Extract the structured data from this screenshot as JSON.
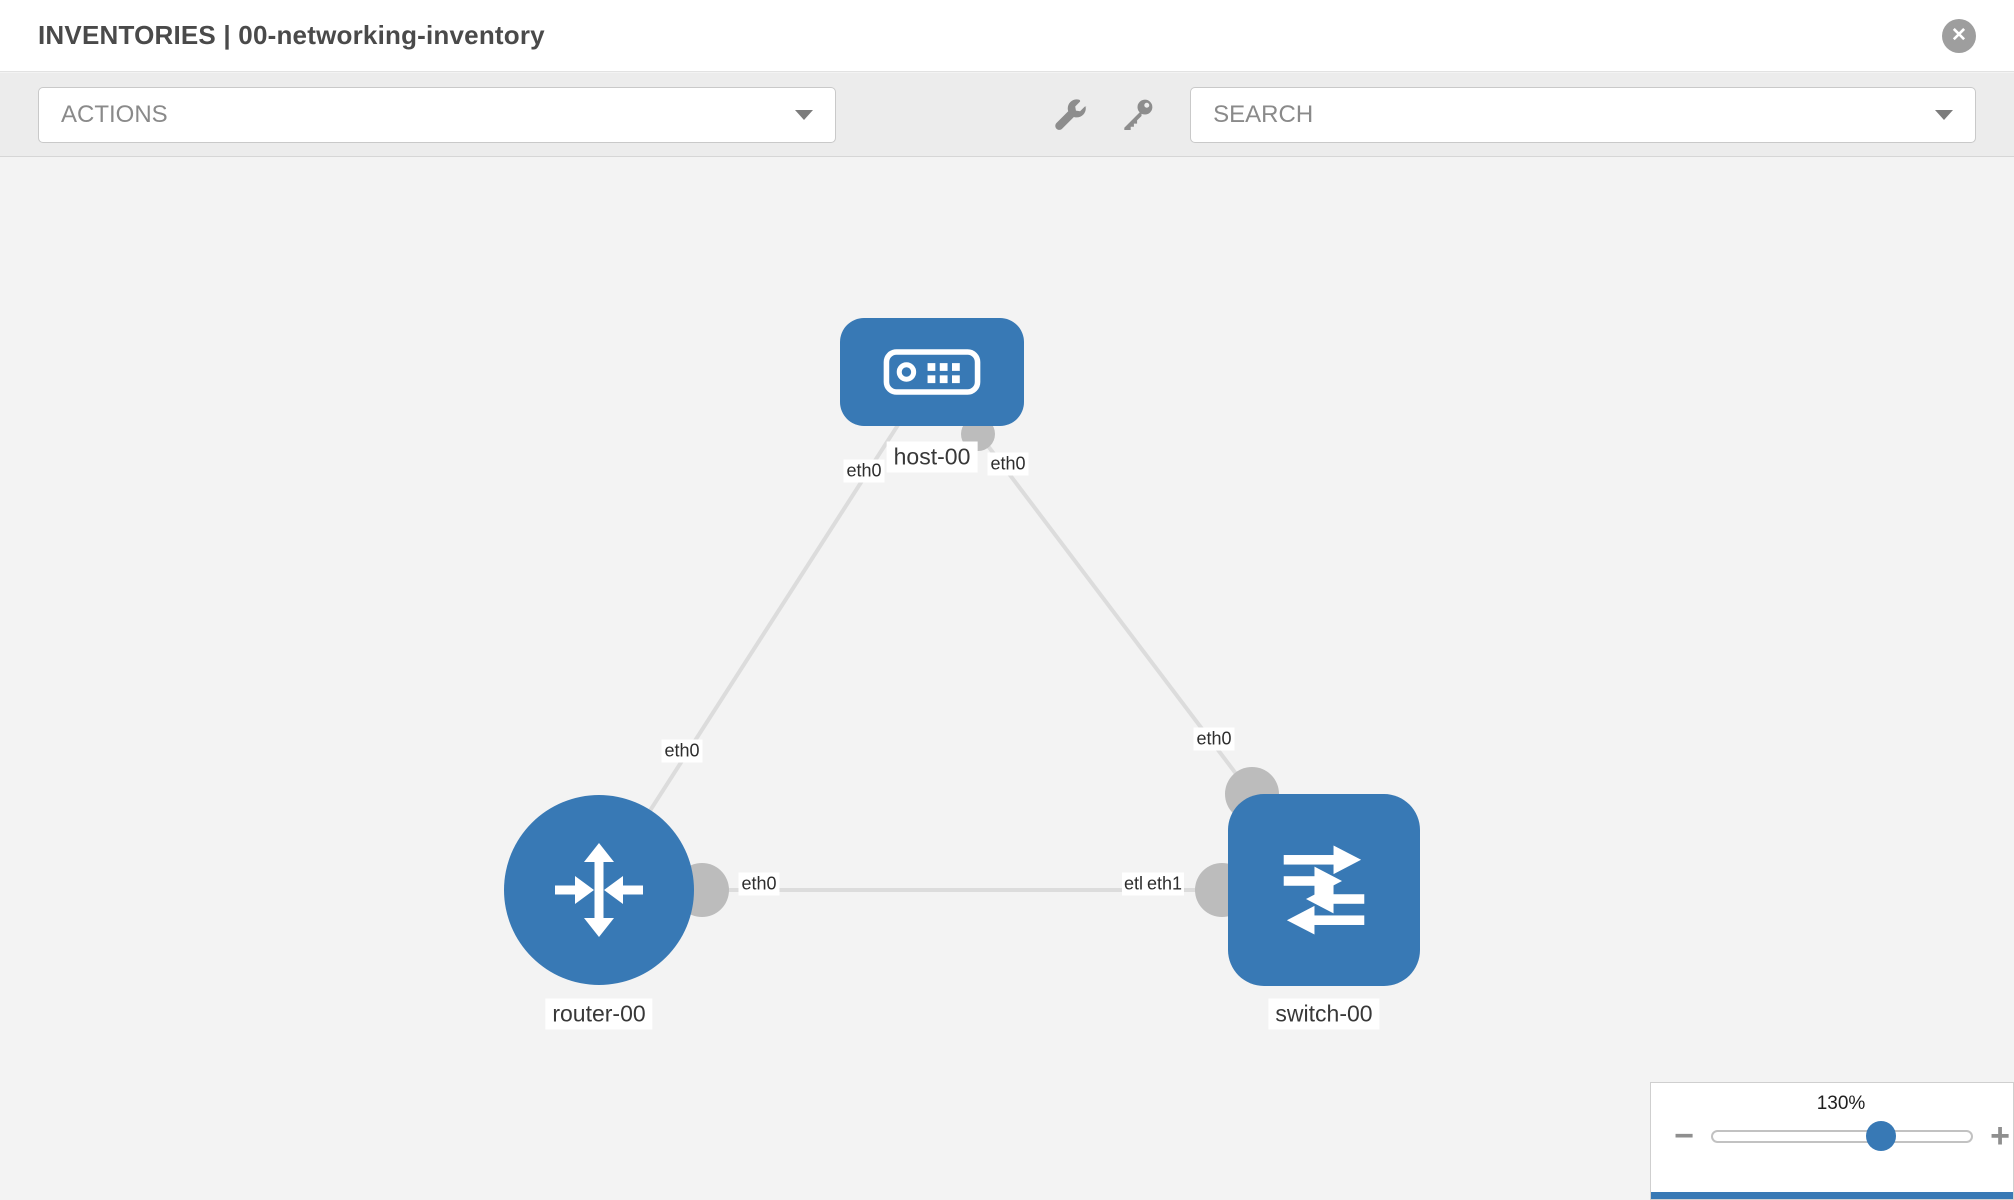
{
  "header": {
    "title": "INVENTORIES | 00-networking-inventory",
    "close_glyph": "✕"
  },
  "toolbar": {
    "actions_label": "ACTIONS",
    "search_label": "SEARCH"
  },
  "topology": {
    "nodes": [
      {
        "id": "host-00",
        "label": "host-00",
        "type": "host"
      },
      {
        "id": "router-00",
        "label": "router-00",
        "type": "router"
      },
      {
        "id": "switch-00",
        "label": "switch-00",
        "type": "switch"
      }
    ],
    "links": [
      {
        "from": "host-00",
        "to": "router-00"
      },
      {
        "from": "host-00",
        "to": "switch-00"
      },
      {
        "from": "router-00",
        "to": "switch-00"
      }
    ],
    "interfaces": {
      "host_router_at_host": "eth0",
      "host_switch_at_host": "eth0",
      "host_router_at_router": "eth0",
      "router_switch_at_router": "eth0",
      "host_switch_at_switch": "eth0",
      "router_switch_at_switch_clipped": "etl",
      "router_switch_at_switch": "eth1"
    }
  },
  "zoom": {
    "level": "130%",
    "zoom_out_glyph": "−",
    "zoom_in_glyph": "+"
  },
  "colors": {
    "node_blue": "#3879b5",
    "link_gray": "#dcdcdc",
    "endpoint_gray": "#bcbcbc",
    "canvas_bg": "#f3f3f3"
  }
}
